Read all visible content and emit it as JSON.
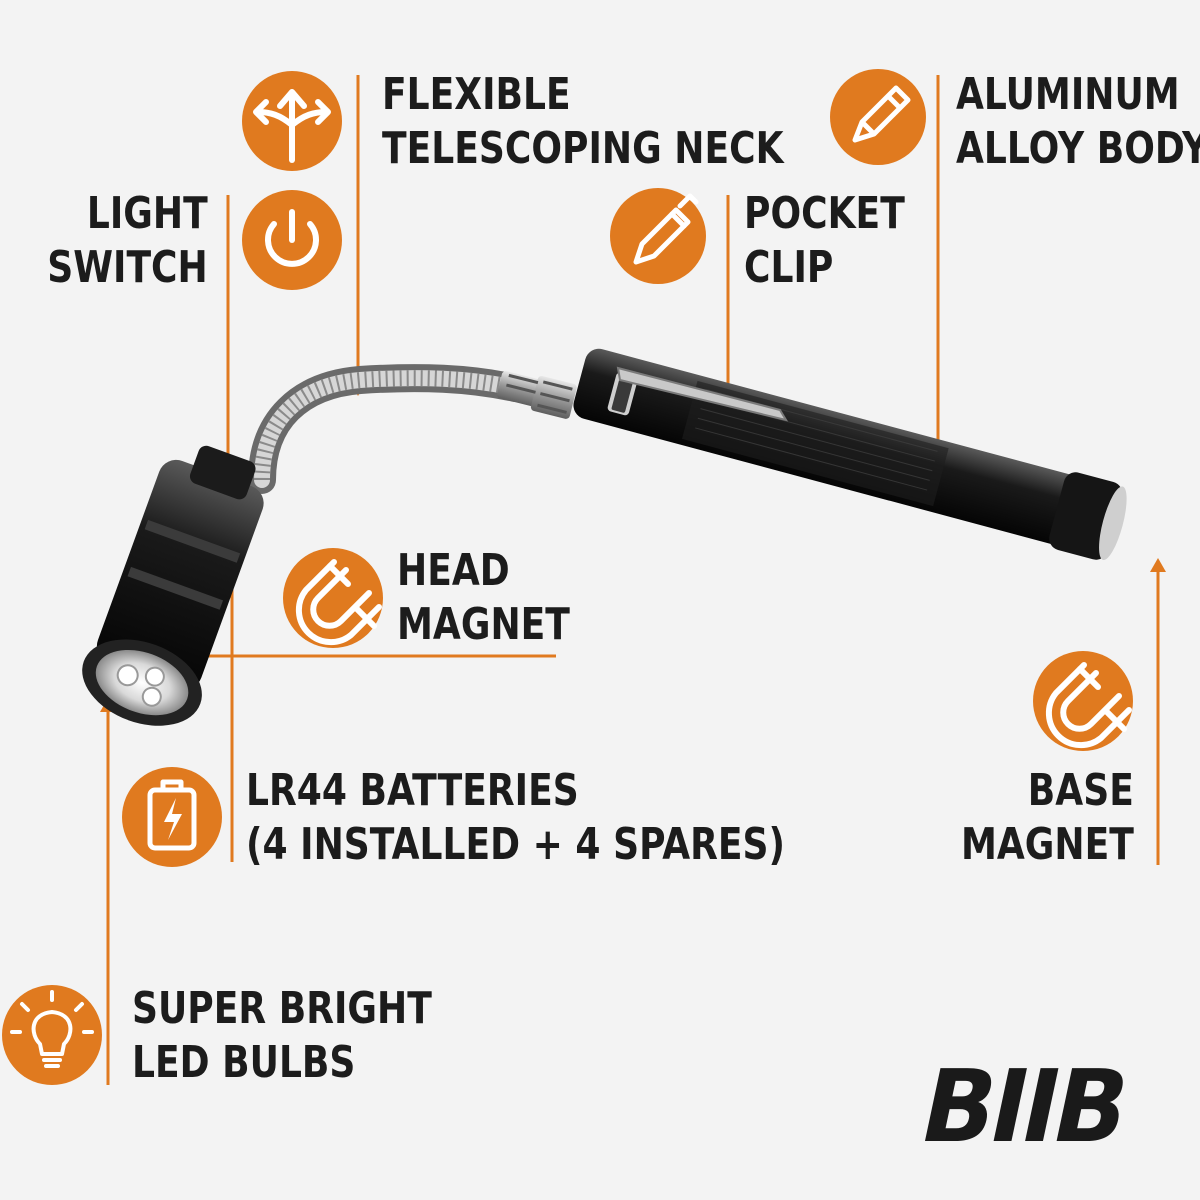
{
  "colors": {
    "accent": "#e07a1f",
    "text": "#1c1c1c",
    "background": "#f3f3f3"
  },
  "labels": {
    "flexible_neck": [
      "FLEXIBLE",
      "TELESCOPING NECK"
    ],
    "aluminum_body": [
      "ALUMINUM",
      "ALLOY BODY"
    ],
    "light_switch": [
      "LIGHT",
      "SWITCH"
    ],
    "pocket_clip": [
      "POCKET",
      "CLIP"
    ],
    "head_magnet": [
      "HEAD",
      "MAGNET"
    ],
    "batteries": [
      "LR44 BATTERIES",
      "(4 INSTALLED + 4 SPARES)"
    ],
    "base_magnet": [
      "BASE",
      "MAGNET"
    ],
    "led_bulbs": [
      "SUPER BRIGHT",
      "LED BULBS"
    ]
  },
  "icons": {
    "flexible_neck": "three-way-arrows-icon",
    "light_switch": "power-icon",
    "aluminum_body": "pencil-icon",
    "pocket_clip": "pen-icon",
    "head_magnet": "magnet-icon",
    "batteries": "battery-icon",
    "base_magnet": "magnet-icon",
    "led_bulbs": "lightbulb-icon"
  },
  "brand": "BIIB"
}
